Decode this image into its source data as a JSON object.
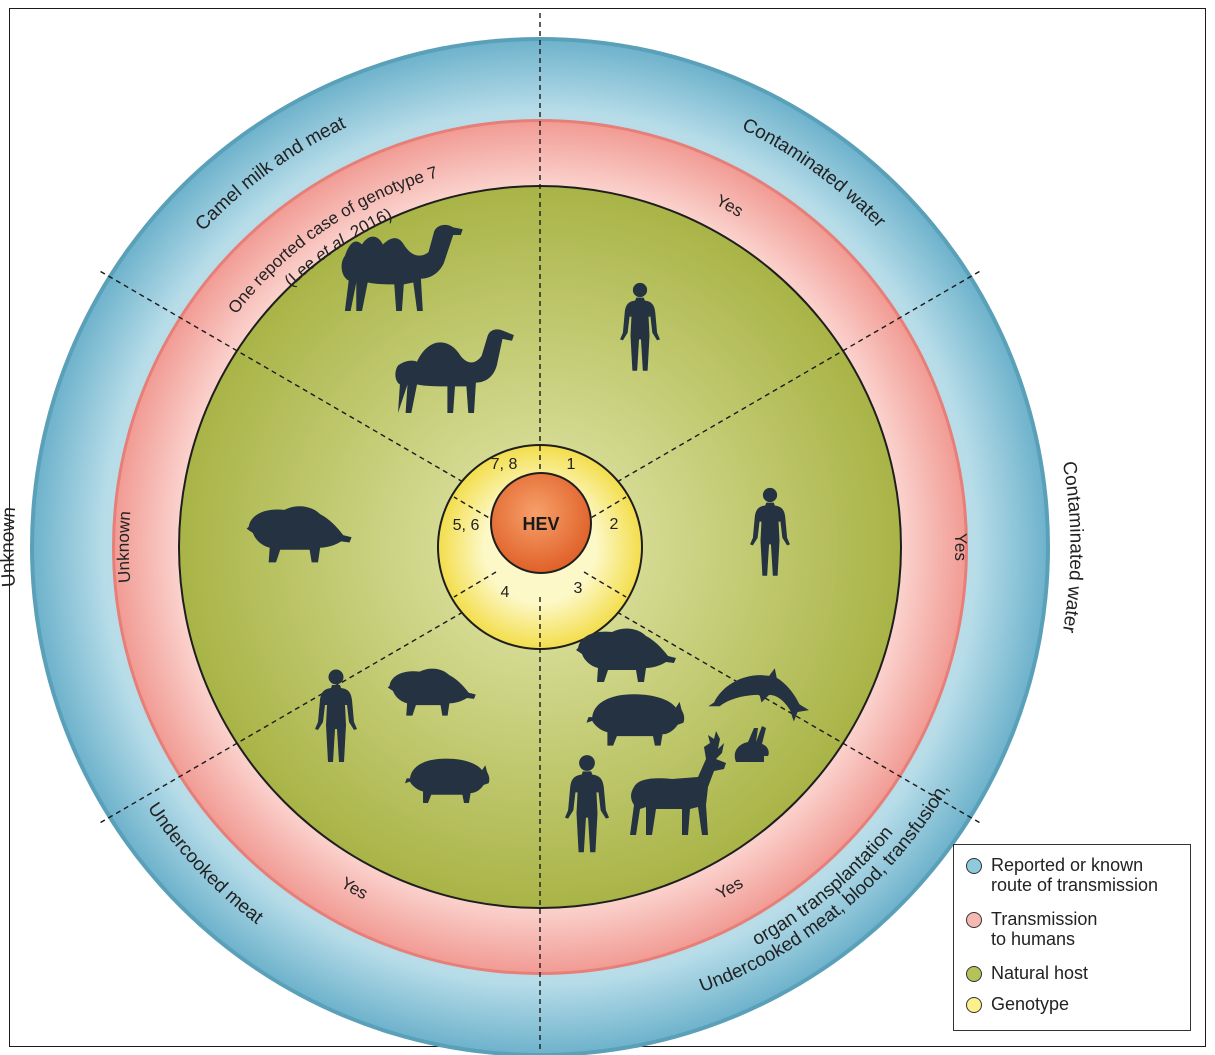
{
  "center": {
    "label": "HEV"
  },
  "genotypes": [
    "1",
    "2",
    "3",
    "4",
    "5, 6",
    "7, 8"
  ],
  "outer_ring": {
    "contaminated_water_top": "Contaminated water",
    "contaminated_water_right": "Contaminated water",
    "undercooked_meat_blood": "Undercooked meat, blood, transfusion,",
    "organ_transplantation": "organ transplantation",
    "undercooked_meat": "Undercooked meat",
    "unknown": "Unknown",
    "camel": "Camel milk and meat"
  },
  "transmission_ring": {
    "top_right": "Yes",
    "right": "Yes",
    "bottom_right": "Yes",
    "bottom_left": "Yes",
    "left": "Unknown",
    "top_left_line1": "One reported case of genotype 7",
    "top_left_line2_pre": "(Lee ",
    "top_left_line2_italic": "et al.",
    "top_left_line2_post": " 2016)"
  },
  "hosts": {
    "genotype_1": [
      "human-icon"
    ],
    "genotype_2": [
      "human-icon"
    ],
    "genotype_3": [
      "wild-boar-icon",
      "pig-icon",
      "human-icon",
      "deer-icon",
      "dolphin-icon",
      "rabbit-icon"
    ],
    "genotype_4": [
      "human-icon",
      "wild-boar-icon",
      "pig-icon"
    ],
    "genotype_5_6": [
      "wild-boar-icon"
    ],
    "genotype_7_8": [
      "bactrian-camel-icon",
      "dromedary-camel-icon"
    ]
  },
  "legend": {
    "items": [
      {
        "label": "Reported or known\nroute of transmission",
        "color": "#8ec9dc"
      },
      {
        "label": "Transmission\nto humans",
        "color": "#f7b8b3"
      },
      {
        "label": "Natural host",
        "color": "#b5c25a"
      },
      {
        "label": "Genotype",
        "color": "#fbef8e"
      }
    ]
  },
  "colors": {
    "outer_ring": "#9ccfe0",
    "pink_ring": "#f8c3bd",
    "host_area": "#c4cc78",
    "genotype_ring": "#f9ee9a",
    "center": "#ef7d3c",
    "silhouette": "#243241"
  }
}
